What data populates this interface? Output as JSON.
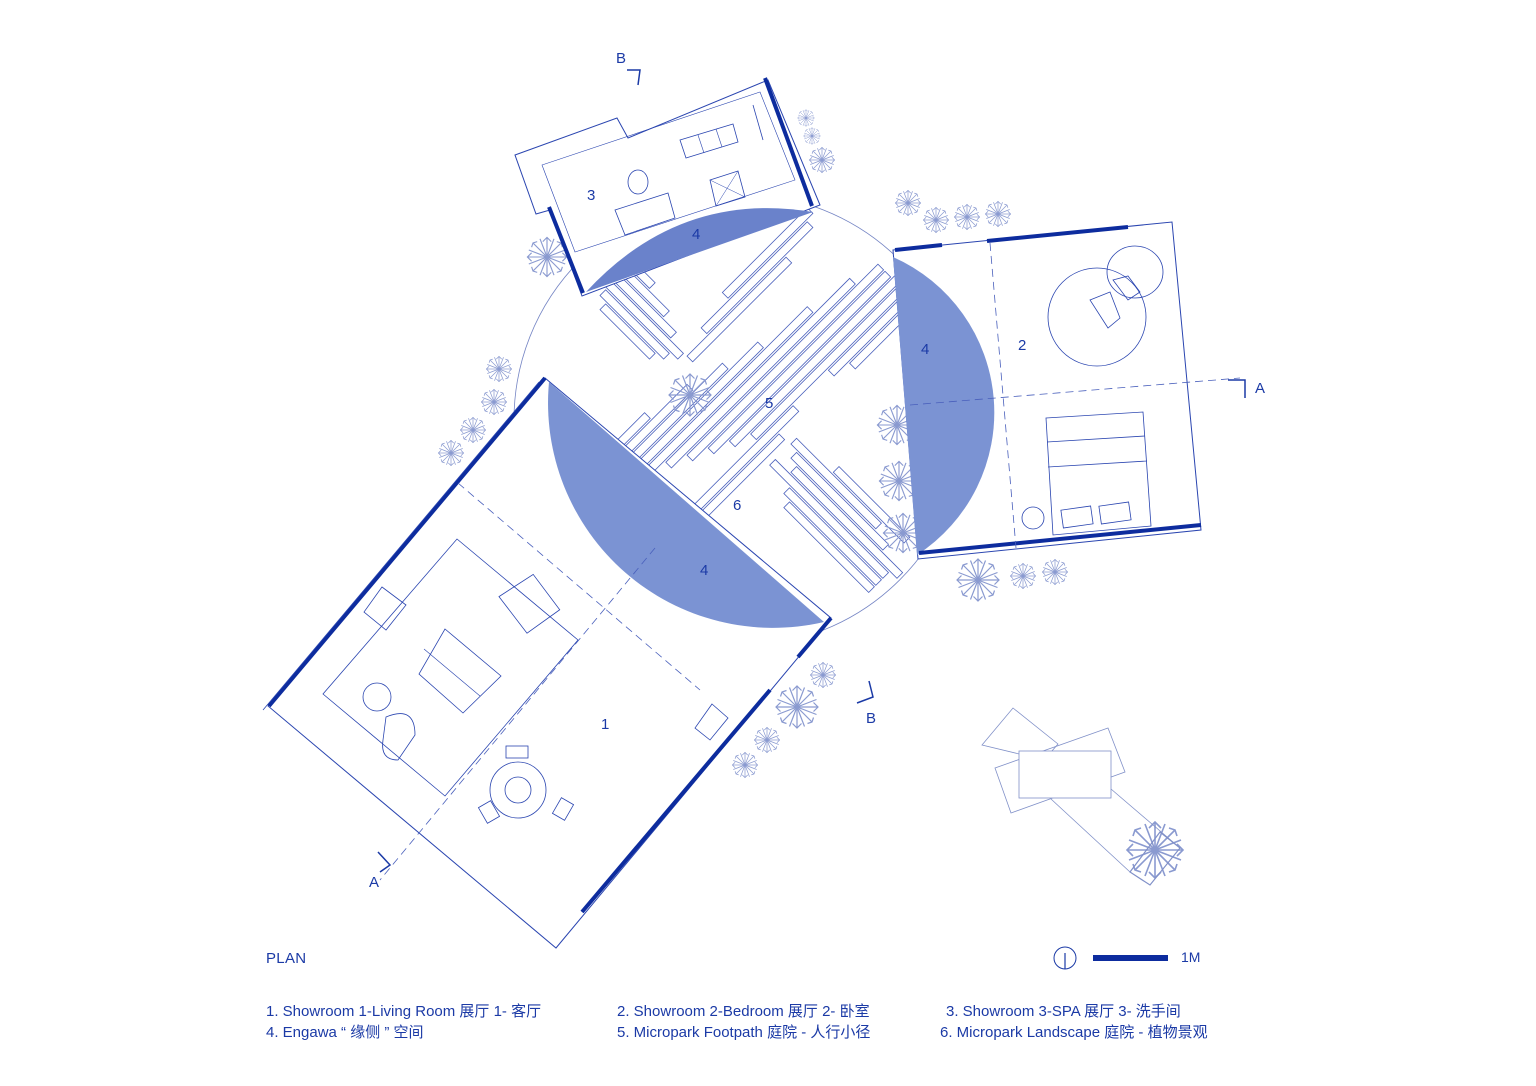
{
  "title": "PLAN",
  "colors": {
    "line": "#2a45b0",
    "wall": "#0d2c9e",
    "engawa_fill": "#7b93d3",
    "engawa_fill_dark": "#6a82cb",
    "label": "#1b3aa6",
    "tree": "#8a9ad0"
  },
  "rooms": [
    {
      "number": "1",
      "name": "Showroom 1-Living Room"
    },
    {
      "number": "2",
      "name": "Showroom 2-Bedroom"
    },
    {
      "number": "3",
      "name": "Showroom 3-SPA"
    },
    {
      "number": "4",
      "name": "Engawa"
    },
    {
      "number": "5",
      "name": "Micropark Footpath"
    },
    {
      "number": "6",
      "name": "Micropark Landscape"
    }
  ],
  "plan_labels": {
    "room1": "1",
    "room2": "2",
    "room3": "3",
    "engawa": "4",
    "footpath": "5",
    "landscape": "6"
  },
  "section_markers": {
    "a_left": "A",
    "a_right": "A",
    "b_top": "B",
    "b_bottom": "B"
  },
  "scale_bar": {
    "label": "1M"
  },
  "north_arrow": "north-arrow",
  "legend": {
    "row1": [
      "1. Showroom 1-Living Room  展厅 1- 客厅",
      "2. Showroom 2-Bedroom  展厅 2- 卧室",
      "3. Showroom 3-SPA  展厅 3- 洗手间"
    ],
    "row2": [
      "4. Engawa “ 缘侧 ” 空间",
      "5. Micropark Footpath 庭院 - 人行小径",
      "6. Micropark Landscape 庭院 - 植物景观"
    ]
  }
}
